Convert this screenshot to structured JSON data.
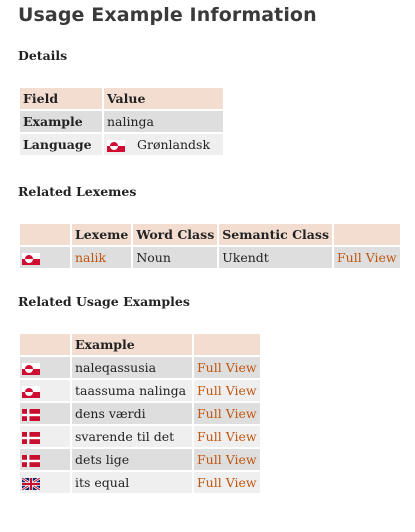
{
  "page": {
    "title": "Usage Example Information"
  },
  "details": {
    "heading": "Details",
    "col_field": "Field",
    "col_value": "Value",
    "rows": [
      {
        "field": "Example",
        "value": "nalinga"
      },
      {
        "field": "Language",
        "value": "Grønlandsk"
      }
    ]
  },
  "lexemes": {
    "heading": "Related Lexemes",
    "col_lexeme": "Lexeme",
    "col_word_class": "Word Class",
    "col_semantic_class": "Semantic Class",
    "rows": [
      {
        "flag": "greenland-flag-icon",
        "lexeme": "nalik",
        "word_class": "Noun",
        "semantic_class": "Ukendt",
        "link": "Full View"
      }
    ]
  },
  "usage_examples": {
    "heading": "Related Usage Examples",
    "col_example": "Example",
    "rows": [
      {
        "flag": "greenland-flag-icon",
        "example": "naleqassusia",
        "link": "Full View"
      },
      {
        "flag": "greenland-flag-icon",
        "example": "taassuma nalinga",
        "link": "Full View"
      },
      {
        "flag": "denmark-flag-icon",
        "example": "dens værdi",
        "link": "Full View"
      },
      {
        "flag": "denmark-flag-icon",
        "example": "svarende til det",
        "link": "Full View"
      },
      {
        "flag": "denmark-flag-icon",
        "example": "dets lige",
        "link": "Full View"
      },
      {
        "flag": "uk-flag-icon",
        "example": "its equal",
        "link": "Full View"
      }
    ]
  },
  "colors": {
    "header_bg": "#f2ddd0",
    "row_odd": "#dedede",
    "row_even": "#efefef",
    "link": "#c0560f"
  }
}
